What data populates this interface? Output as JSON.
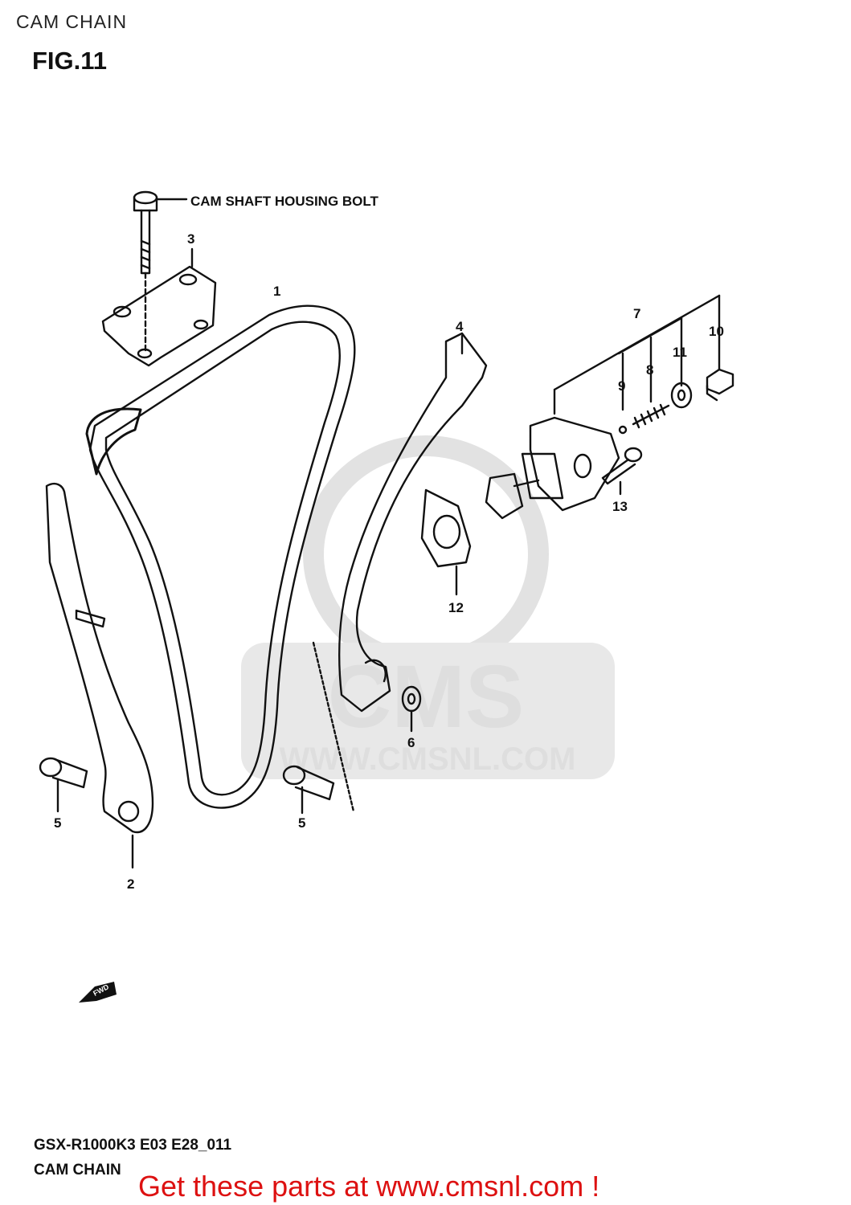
{
  "header": {
    "title": "CAM CHAIN",
    "figure": "FIG.11"
  },
  "callouts": {
    "cam_shaft_housing_bolt": "CAM SHAFT HOUSING BOLT",
    "p1": "1",
    "p2": "2",
    "p3": "3",
    "p4": "4",
    "p5a": "5",
    "p5b": "5",
    "p6": "6",
    "p7": "7",
    "p8": "8",
    "p9": "9",
    "p10": "10",
    "p11": "11",
    "p12": "12",
    "p13": "13"
  },
  "fwd_marker": "FWD",
  "watermark": {
    "brand": "CMS",
    "url": "WWW.CMSNL.COM"
  },
  "footer": {
    "model_code": "GSX-R1000K3 E03 E28_011",
    "section": "CAM CHAIN",
    "cta": "Get these parts at www.cmsnl.com !"
  },
  "colors": {
    "ink": "#111111",
    "cta": "#dd1111",
    "watermark": "#dedede"
  }
}
